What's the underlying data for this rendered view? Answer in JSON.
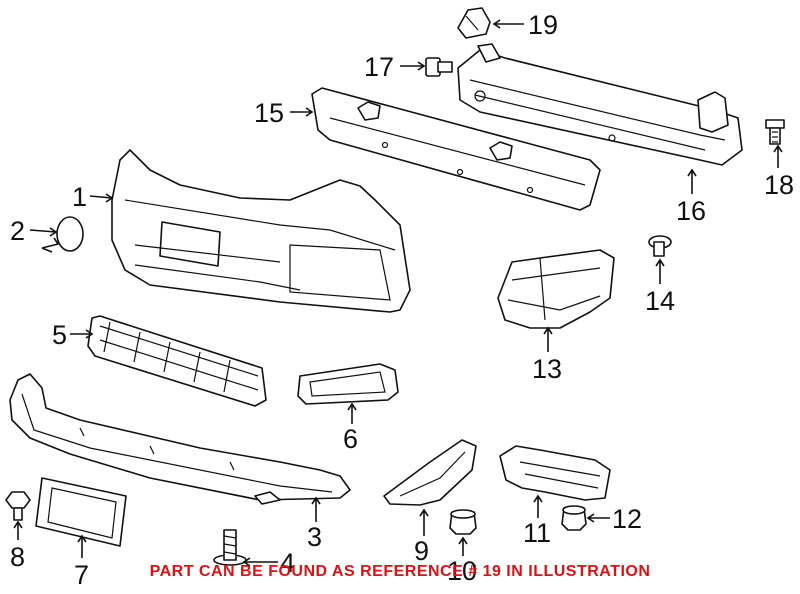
{
  "callouts": [
    {
      "id": "1",
      "label": "1"
    },
    {
      "id": "2",
      "label": "2"
    },
    {
      "id": "3",
      "label": "3"
    },
    {
      "id": "4",
      "label": "4"
    },
    {
      "id": "5",
      "label": "5"
    },
    {
      "id": "6",
      "label": "6"
    },
    {
      "id": "7",
      "label": "7"
    },
    {
      "id": "8",
      "label": "8"
    },
    {
      "id": "9",
      "label": "9"
    },
    {
      "id": "10",
      "label": "10"
    },
    {
      "id": "11",
      "label": "11"
    },
    {
      "id": "12",
      "label": "12"
    },
    {
      "id": "13",
      "label": "13"
    },
    {
      "id": "14",
      "label": "14"
    },
    {
      "id": "15",
      "label": "15"
    },
    {
      "id": "16",
      "label": "16"
    },
    {
      "id": "17",
      "label": "17"
    },
    {
      "id": "18",
      "label": "18"
    },
    {
      "id": "19",
      "label": "19"
    }
  ],
  "notice": {
    "text": "PART CAN BE FOUND AS REFERENCE # 19 IN ILLUSTRATION",
    "color": "#e01010"
  },
  "colors": {
    "line": "#111111",
    "background": "#ffffff"
  }
}
